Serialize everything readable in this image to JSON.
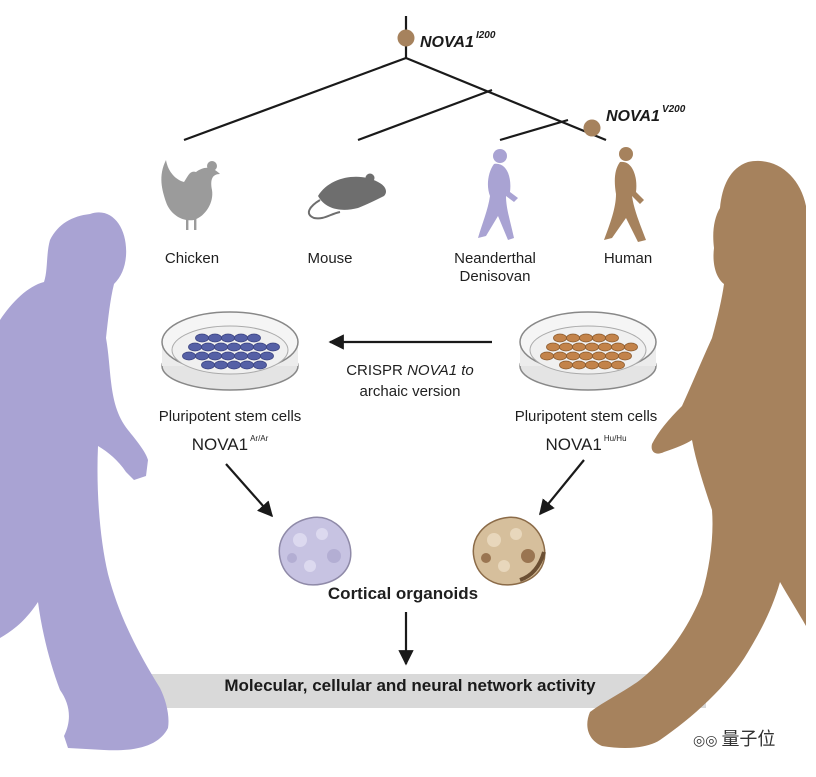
{
  "tree": {
    "root_gene": "NOVA1",
    "root_variant": "I200",
    "branch_gene": "NOVA1",
    "branch_variant": "V200"
  },
  "species": [
    {
      "id": "chicken",
      "label": "Chicken"
    },
    {
      "id": "mouse",
      "label": "Mouse"
    },
    {
      "id": "neanderthal",
      "label_line1": "Neanderthal",
      "label_line2": "Denisovan"
    },
    {
      "id": "human",
      "label": "Human"
    }
  ],
  "cells": {
    "left": {
      "line1": "Pluripotent stem cells",
      "line2": "NOVA1",
      "sup": "Ar/Ar"
    },
    "right": {
      "line1": "Pluripotent stem cells",
      "line2": "NOVA1",
      "sup": "Hu/Hu"
    }
  },
  "crispr": {
    "part1": "CRISPR ",
    "part2_italic": "NOVA1 to",
    "line2": "archaic version"
  },
  "organoids_label": "Cortical organoids",
  "result_bar": "Molecular, cellular and neural network activity",
  "watermark": "量子位",
  "colors": {
    "archaic_purple": "#a9a3d3",
    "human_brown": "#a6825d",
    "node_brown": "#a6825d",
    "dish_blue_cells": "#5560a6",
    "dish_orange_cells": "#c3834a",
    "bar_gray": "#d9d9d9",
    "line_dark": "#1a1a1a"
  }
}
